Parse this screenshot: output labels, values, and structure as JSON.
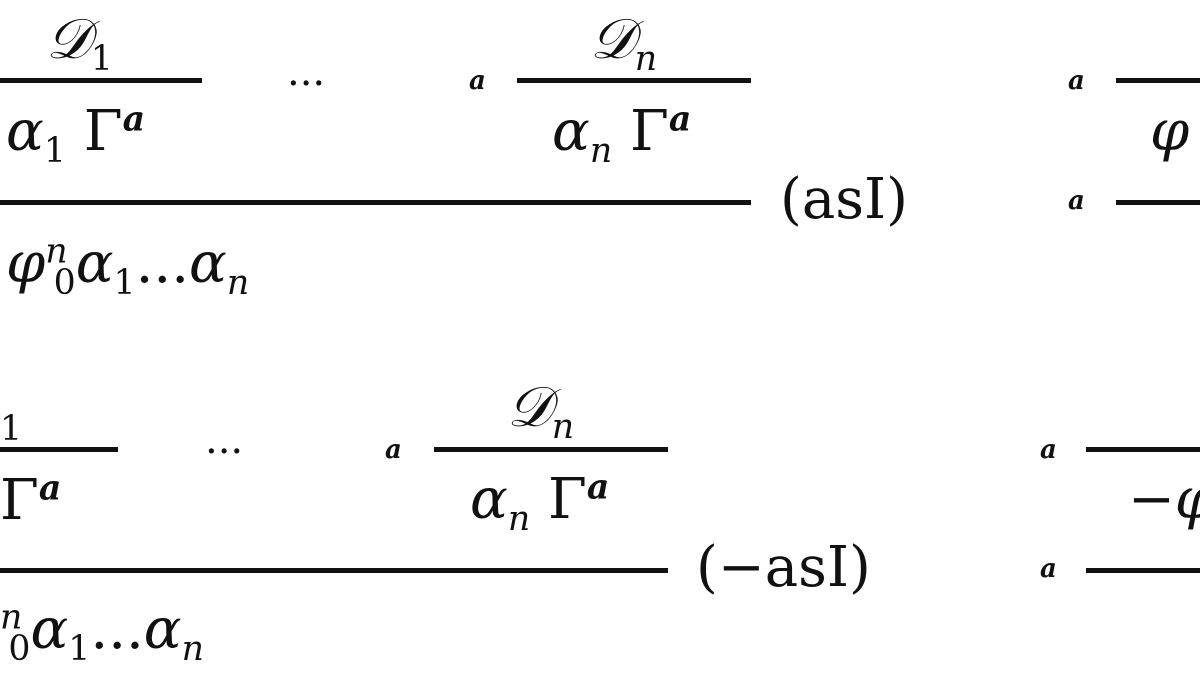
{
  "rule1": {
    "premise1": {
      "top": "𝒟",
      "top_sub": "1",
      "bottom": "α",
      "bottom_sub": "1",
      "gamma": "Γ",
      "gamma_sup": "a"
    },
    "ellipsis": "...",
    "premise_n_label": "a",
    "premise_n": {
      "top": "𝒟",
      "top_sub": "n",
      "bottom": "α",
      "bottom_sub": "n",
      "gamma": "Γ",
      "gamma_sup": "a"
    },
    "name": "(asI)",
    "conclusion": {
      "phi": "φ",
      "phi_sup": "n",
      "phi_sub": "0",
      "a1": "α",
      "a1_sub": "1",
      "dots": "...",
      "an": "α",
      "an_sub": "n"
    }
  },
  "rule2": {
    "premise1": {
      "top_sub": "1",
      "gamma": "Γ",
      "gamma_sup": "a"
    },
    "ellipsis": "...",
    "premise_n_label": "a",
    "premise_n": {
      "top": "𝒟",
      "top_sub": "n",
      "bottom": "α",
      "bottom_sub": "n",
      "gamma": "Γ",
      "gamma_sup": "a"
    },
    "name": "(−asI)",
    "conclusion": {
      "phi_sup": "n",
      "phi_sub": "0",
      "a1": "α",
      "a1_sub": "1",
      "dots": "...",
      "an": "α",
      "an_sub": "n"
    }
  },
  "right_side": {
    "labels": [
      "a",
      "a",
      "a",
      "a"
    ],
    "phi_top": "φ",
    "minus_phi": "−φ"
  }
}
